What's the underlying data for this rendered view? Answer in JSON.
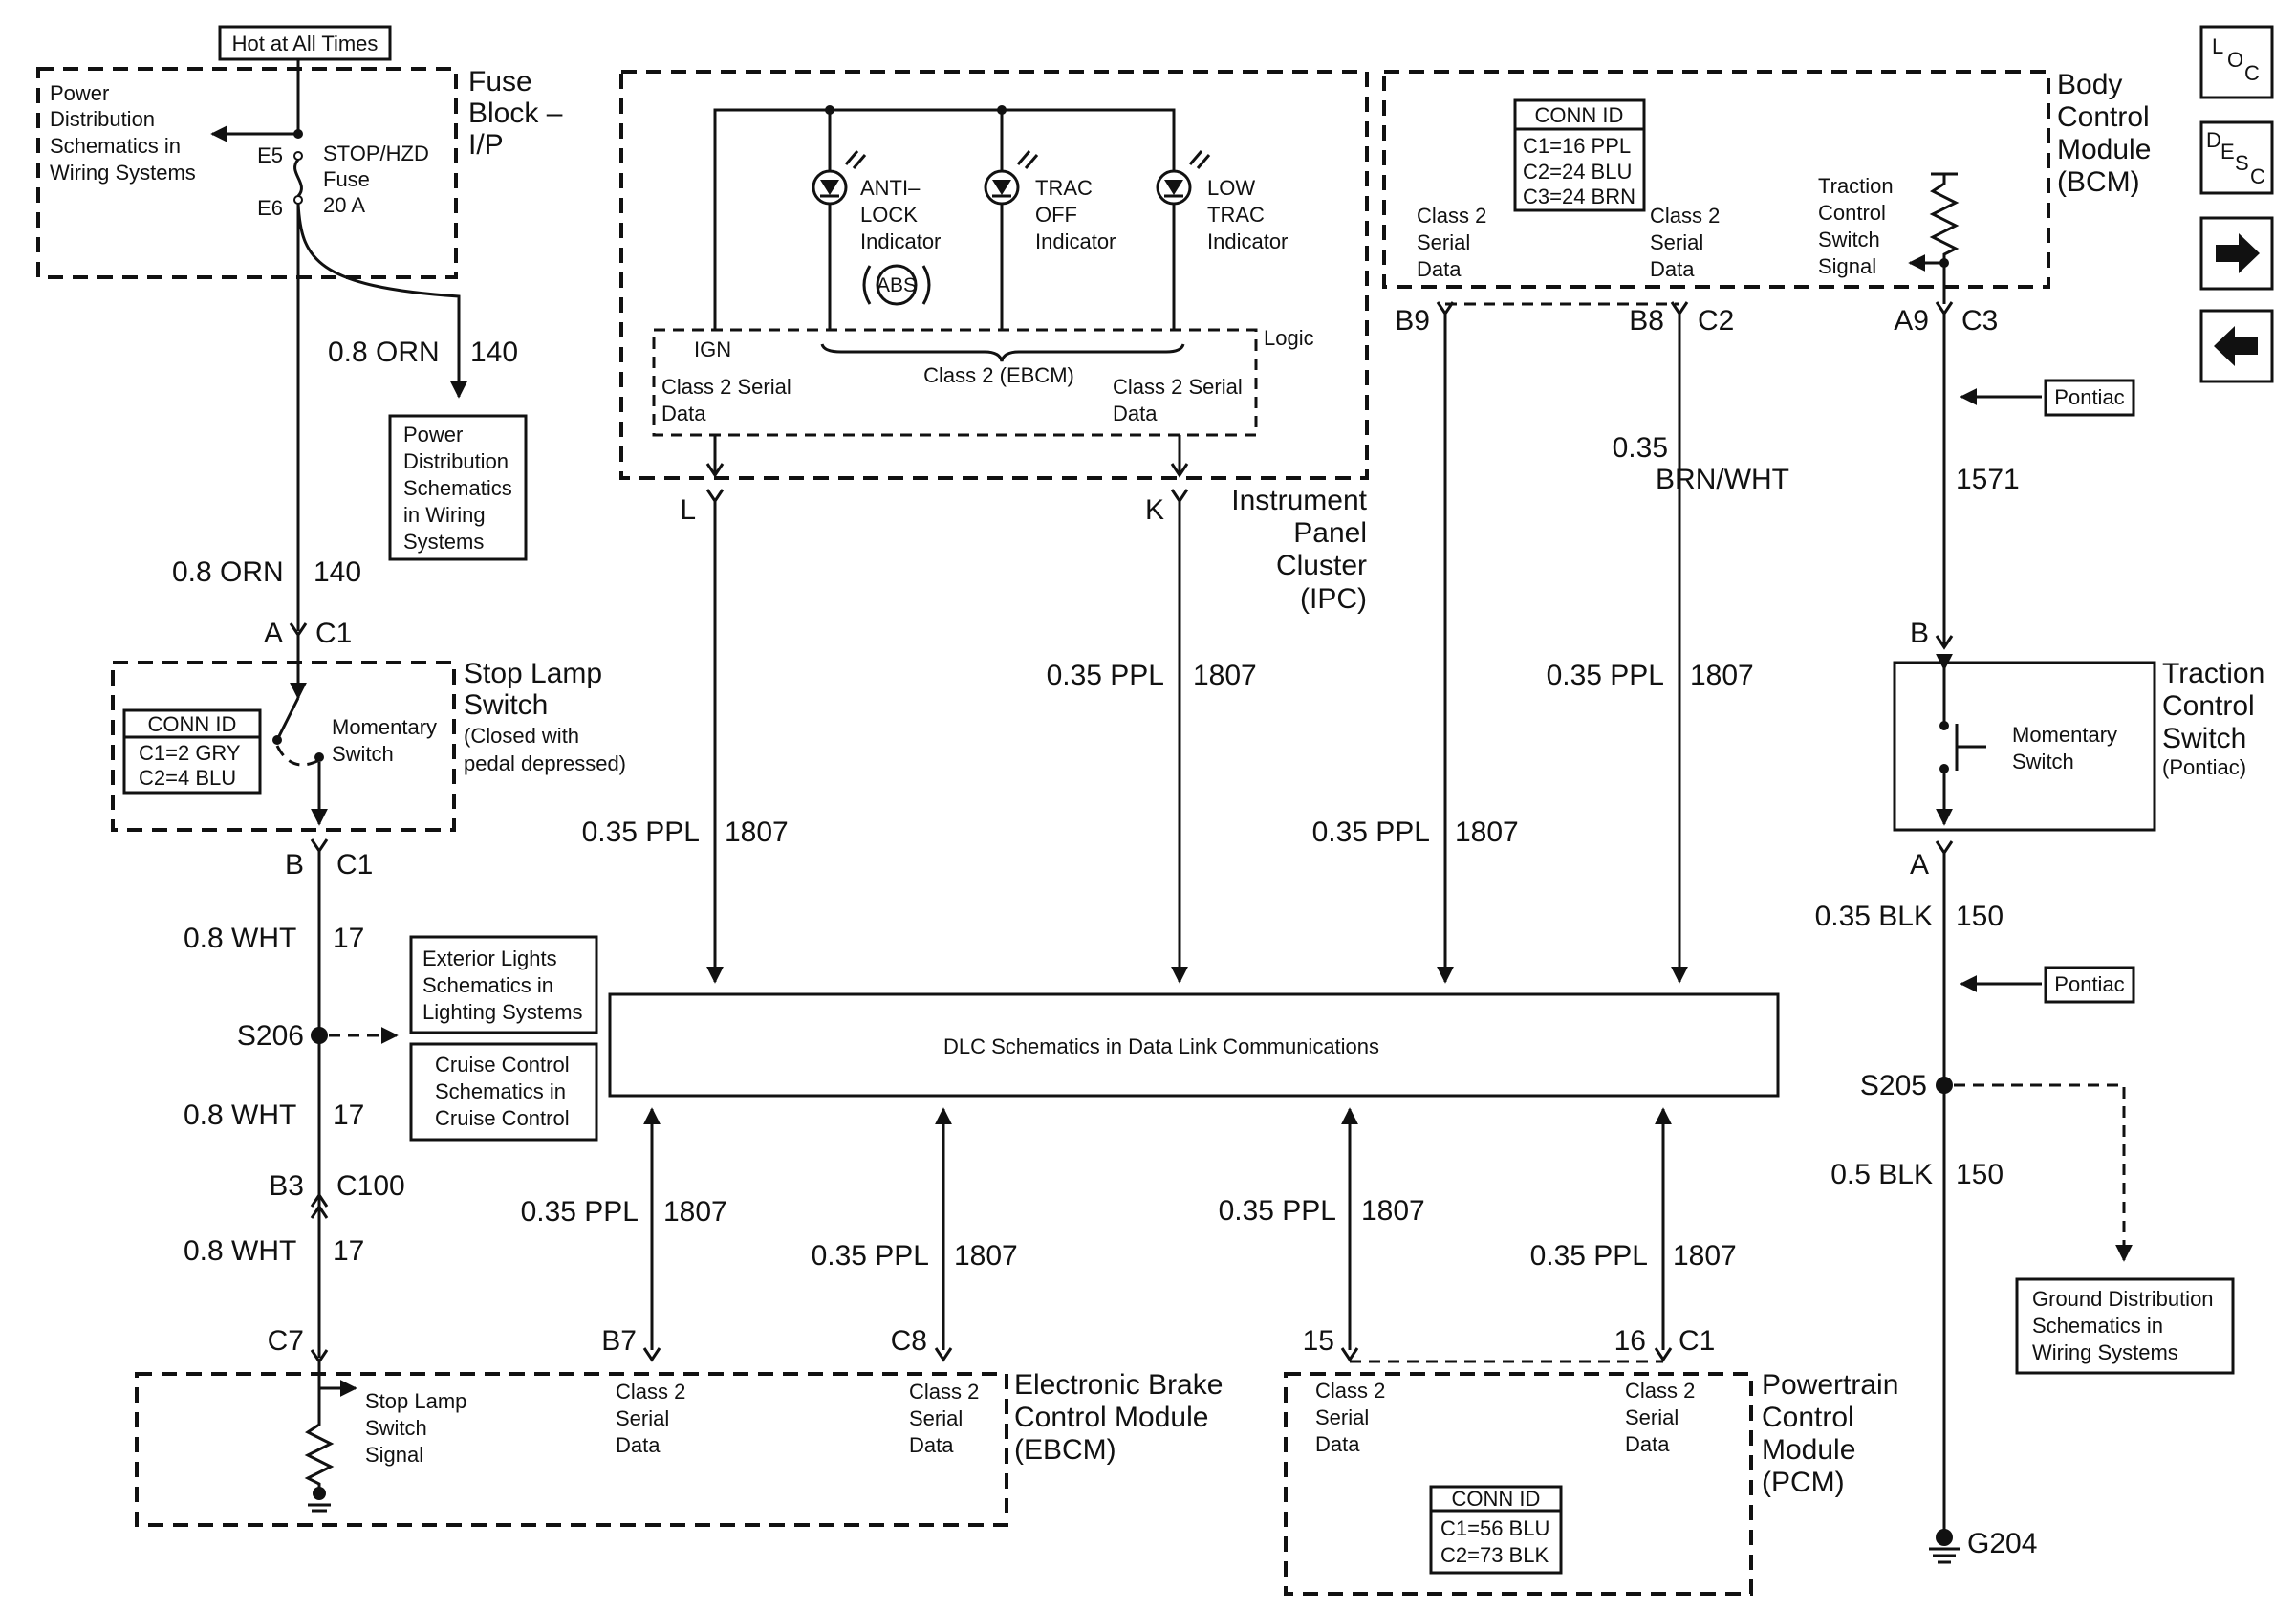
{
  "fuse_block": {
    "hot_label": "Hot at All Times",
    "title_line1": "Fuse",
    "title_line2": "Block –",
    "title_line3": "I/P",
    "pd_ref": [
      "Power",
      "Distribution",
      "Schematics in",
      "Wiring Systems"
    ],
    "terminal_e5": "E5",
    "terminal_e6": "E6",
    "fuse_name": [
      "STOP/HZD",
      "Fuse",
      "20 A"
    ],
    "pd_box2": [
      "Power",
      "Distribution",
      "Schematics",
      "in Wiring",
      "Systems"
    ]
  },
  "wires": {
    "orn_top": {
      "label": "0.8 ORN",
      "circuit": "140"
    },
    "orn_mid": {
      "label": "0.8 ORN",
      "circuit": "140"
    },
    "wht_1": {
      "label": "0.8 WHT",
      "circuit": "17"
    },
    "wht_2": {
      "label": "0.8 WHT",
      "circuit": "17"
    },
    "wht_3": {
      "label": "0.8 WHT",
      "circuit": "17"
    },
    "ppl_ipc_l": {
      "label": "0.35 PPL",
      "circuit": "1807"
    },
    "ppl_ipc_k": {
      "label": "0.35 PPL",
      "circuit": "1807"
    },
    "ppl_bcm_b9": {
      "label": "0.35 PPL",
      "circuit": "1807"
    },
    "ppl_bcm_b8": {
      "label": "0.35 PPL",
      "circuit": "1807"
    },
    "ppl_ebcm_b7": {
      "label": "0.35 PPL",
      "circuit": "1807"
    },
    "ppl_ebcm_c8": {
      "label": "0.35 PPL",
      "circuit": "1807"
    },
    "ppl_pcm_15": {
      "label": "0.35 PPL",
      "circuit": "1807"
    },
    "ppl_pcm_16": {
      "label": "0.35 PPL",
      "circuit": "1807"
    },
    "brn_wht": {
      "label1": "0.35",
      "label2": "BRN/WHT",
      "circuit": "1571"
    },
    "blk_1": {
      "label": "0.35 BLK",
      "circuit": "150"
    },
    "blk_2": {
      "label": "0.5 BLK",
      "circuit": "150"
    }
  },
  "stop_lamp_switch": {
    "title": [
      "Stop Lamp",
      "Switch"
    ],
    "note": [
      "(Closed with",
      "pedal depressed)"
    ],
    "conn_title": "CONN ID",
    "conn_lines": [
      "C1=2 GRY",
      "C2=4 BLU"
    ],
    "switch_label": [
      "Momentary",
      "Switch"
    ],
    "pin_a": "A",
    "pin_a_conn": "C1",
    "pin_b": "B",
    "pin_b_conn": "C1"
  },
  "splices": {
    "s206": "S206",
    "s205": "S205",
    "b3": "B3",
    "c100": "C100",
    "g204": "G204"
  },
  "refs": {
    "exterior_lights": [
      "Exterior Lights",
      "Schematics in",
      "Lighting Systems"
    ],
    "cruise_control": [
      "Cruise Control",
      "Schematics in",
      "Cruise Control"
    ],
    "ground_dist": [
      "Ground Distribution",
      "Schematics in",
      "Wiring Systems"
    ],
    "pontiac_1": "Pontiac",
    "pontiac_2": "Pontiac"
  },
  "ipc": {
    "title": [
      "Instrument",
      "Panel",
      "Cluster",
      "(IPC)"
    ],
    "ign": "IGN",
    "logic": "Logic",
    "class2_ebcm": "Class 2 (EBCM)",
    "serial_left": [
      "Class 2 Serial",
      "Data"
    ],
    "serial_right": [
      "Class 2 Serial",
      "Data"
    ],
    "antilock": [
      "ANTI–",
      "LOCK",
      "Indicator"
    ],
    "abs": "ABS",
    "trac_off": [
      "TRAC",
      "OFF",
      "Indicator"
    ],
    "low_trac": [
      "LOW",
      "TRAC",
      "Indicator"
    ],
    "pin_l": "L",
    "pin_k": "K"
  },
  "bcm": {
    "title": [
      "Body",
      "Control",
      "Module",
      "(BCM)"
    ],
    "conn_title": "CONN ID",
    "conn_lines": [
      "C1=16 PPL",
      "C2=24 BLU",
      "C3=24 BRN"
    ],
    "serial_1": [
      "Class 2",
      "Serial",
      "Data"
    ],
    "serial_2": [
      "Class 2",
      "Serial",
      "Data"
    ],
    "tcs_signal": [
      "Traction",
      "Control",
      "Switch",
      "Signal"
    ],
    "pin_b9": "B9",
    "pin_b8": "B8",
    "pin_c2": "C2",
    "pin_a9": "A9",
    "pin_c3": "C3"
  },
  "dlc": {
    "label": "DLC Schematics in Data Link Communications"
  },
  "tcs": {
    "title": [
      "Traction",
      "Control",
      "Switch"
    ],
    "note": "(Pontiac)",
    "switch_label": [
      "Momentary",
      "Switch"
    ],
    "pin_b": "B",
    "pin_a": "A"
  },
  "ebcm": {
    "title": [
      "Electronic Brake",
      "Control Module",
      "(EBCM)"
    ],
    "stop_signal": [
      "Stop Lamp",
      "Switch",
      "Signal"
    ],
    "serial_1": [
      "Class 2",
      "Serial",
      "Data"
    ],
    "serial_2": [
      "Class 2",
      "Serial",
      "Data"
    ],
    "pin_c7": "C7",
    "pin_b7": "B7",
    "pin_c8": "C8"
  },
  "pcm": {
    "title": [
      "Powertrain",
      "Control",
      "Module",
      "(PCM)"
    ],
    "serial_1": [
      "Class 2",
      "Serial",
      "Data"
    ],
    "serial_2": [
      "Class 2",
      "Serial",
      "Data"
    ],
    "conn_title": "CONN ID",
    "conn_lines": [
      "C1=56 BLU",
      "C2=73 BLK"
    ],
    "pin_15": "15",
    "pin_16": "16",
    "pin_c1": "C1"
  },
  "nav": {
    "loc": {
      "l": "L",
      "o": "O",
      "c": "C"
    },
    "desc": {
      "d": "D",
      "e": "E",
      "s": "S",
      "c": "C"
    },
    "next_icon": "right-arrow",
    "prev_icon": "left-arrow"
  }
}
